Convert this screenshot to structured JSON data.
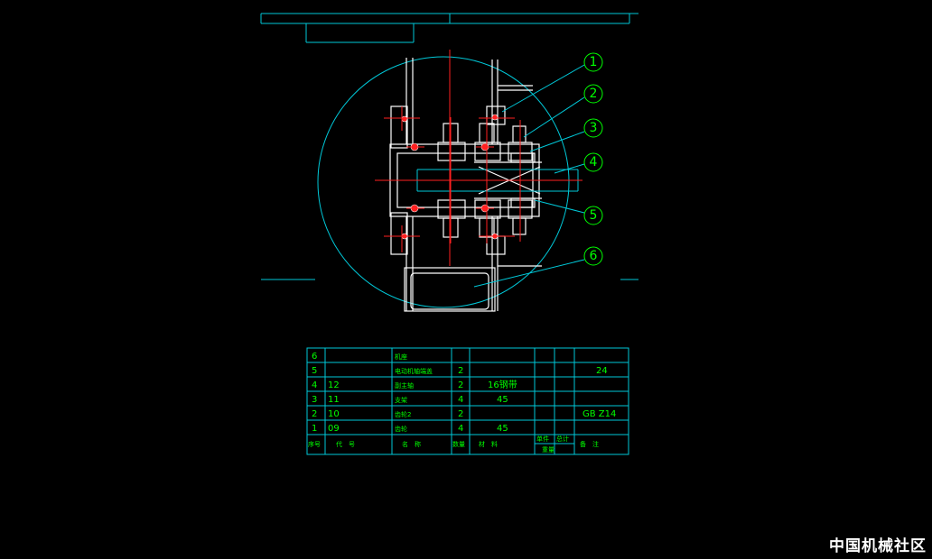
{
  "drawing": {
    "callouts": [
      "1",
      "2",
      "3",
      "4",
      "5",
      "6"
    ]
  },
  "bom": {
    "headers": [
      "序号",
      "代　号",
      "名　称",
      "数量",
      "材　料",
      "单件",
      "总计",
      "备　注"
    ],
    "header_sub": "重量",
    "rows": [
      {
        "no": "6",
        "code": "",
        "name": "机座",
        "qty": "",
        "material": "",
        "remark": ""
      },
      {
        "no": "5",
        "code": "",
        "name": "电动机轴端盖",
        "qty": "2",
        "material": "",
        "remark": "24"
      },
      {
        "no": "4",
        "code": "12",
        "name": "副主轴",
        "qty": "2",
        "material": "16钢带",
        "remark": ""
      },
      {
        "no": "3",
        "code": "11",
        "name": "支架",
        "qty": "4",
        "material": "45",
        "remark": ""
      },
      {
        "no": "2",
        "code": "10",
        "name": "齿轮2",
        "qty": "2",
        "material": "",
        "remark": "GB Z14"
      },
      {
        "no": "1",
        "code": "09",
        "name": "齿轮",
        "qty": "4",
        "material": "45",
        "remark": ""
      }
    ]
  },
  "watermark": "中国机械社区",
  "colors": {
    "background": "#000000",
    "cyan": "#00c8d8",
    "white": "#ffffff",
    "red": "#ff2020",
    "green": "#00ff00"
  }
}
